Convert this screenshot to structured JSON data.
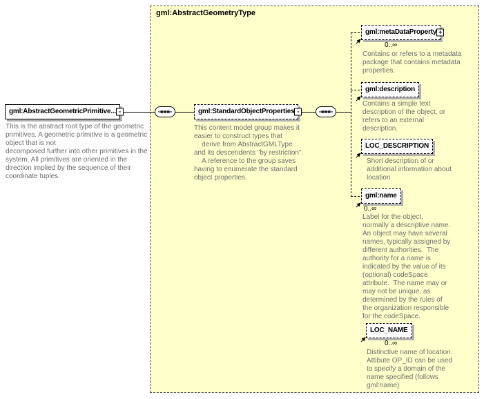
{
  "diagram": {
    "container": {
      "label": "gml:AbstractGeometryType"
    },
    "root": {
      "label": "gml:AbstractGeometricPrimitive...",
      "toggle_glyph": "-",
      "annotation": "This is the abstract root type of the geometric\nprimitives. A geometric primitive is a geometric\nobject that is not\ndecomposed further into other primitives in the\nsystem. All primitives are oriented in the\ndirection implied by the sequence of their\ncoordinate tuples."
    },
    "group": {
      "label": "gml:StandardObjectProperties",
      "toggle_glyph": "-",
      "annotation": "This content model group makes it\neasier to construct types that\n    derive from AbstractGMLType\nand its descendents \"by restriction\".\n    A reference to the group saves\nhaving to enumerate the standard\nobject properties."
    },
    "elements": [
      {
        "label": "gml:metaDataProperty",
        "toggle_glyph": "+",
        "occurrence": "0..∞",
        "annotation": "Contains or refers to a metadata\npackage that contains metadata\nproperties."
      },
      {
        "label": "gml:description",
        "annotation": "Contains a simple text\ndescription of the object, or\nrefers to an external\ndescription."
      },
      {
        "label": "LOC_DESCRIPTION",
        "annotation": "Short description of or\nadditional information about\nlocation"
      },
      {
        "label": "gml:name",
        "occurrence": "0..∞",
        "annotation": "Label for the object,\nnormally a descriptive name.\nAn object may have several\nnames, typically assigned by\ndifferent authorities.  The\nauthority for a name is\nindicated by the value of its\n(optional) codeSpace\nattribute.  The name may or\nmay not be unique, as\ndetermined by the rules of\nthe organization responsible\nfor the codeSpace."
      },
      {
        "label": "LOC_NAME",
        "occurrence": "0..∞",
        "annotation": "Distinctive name of location.\nAttibute OP_ID can be used\nto specify a domain of the\nname specified (follows\ngml:name)"
      }
    ]
  }
}
